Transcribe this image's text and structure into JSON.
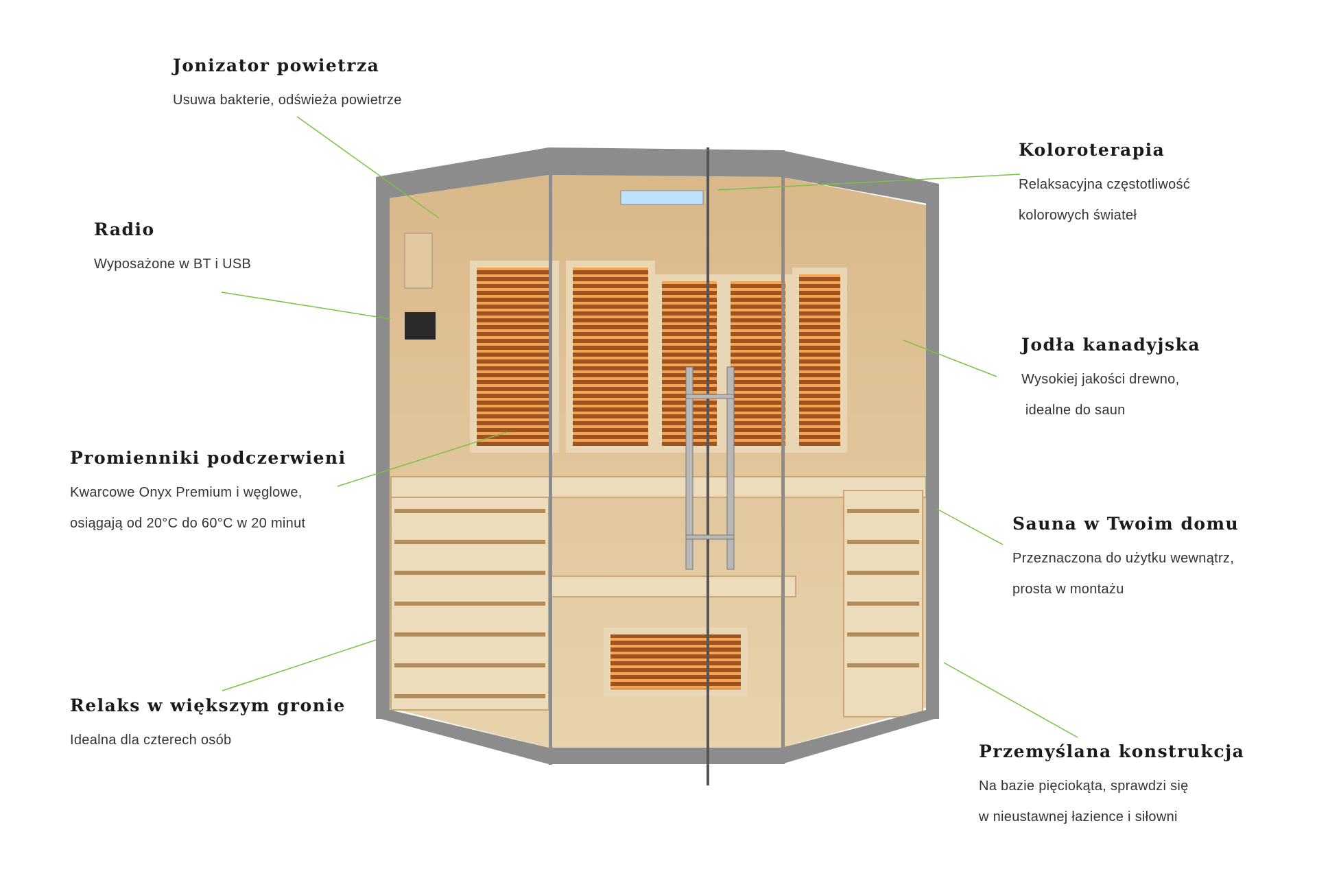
{
  "accent_color": "#7ac143",
  "features": [
    {
      "title": "Jonizator powietrza",
      "lines": [
        "Usuwa bakterie, odświeża powietrze"
      ]
    },
    {
      "title": "Radio",
      "lines": [
        "Wyposażone w BT i USB"
      ]
    },
    {
      "title": "Promienniki podczerwieni",
      "lines": [
        "Kwarcowe Onyx Premium i węglowe,",
        "osiągają od 20°C do 60°C w 20 minut"
      ]
    },
    {
      "title": "Relaks w większym gronie",
      "lines": [
        "Idealna dla czterech osób"
      ]
    },
    {
      "title": "Koloroterapia",
      "lines": [
        "Relaksacyjna częstotliwość",
        "kolorowych świateł"
      ]
    },
    {
      "title": "Jodła kanadyjska",
      "lines": [
        "Wysokiej jakości drewno,",
        " idealne do saun"
      ]
    },
    {
      "title": "Sauna w Twoim domu",
      "lines": [
        "Przeznaczona do użytku wewnątrz,",
        "prosta w montażu"
      ]
    },
    {
      "title": "Przemyślana konstrukcja",
      "lines": [
        "Na bazie pięciokąta, sprawdzi się",
        "w nieustawnej łazience i siłowni"
      ]
    }
  ]
}
